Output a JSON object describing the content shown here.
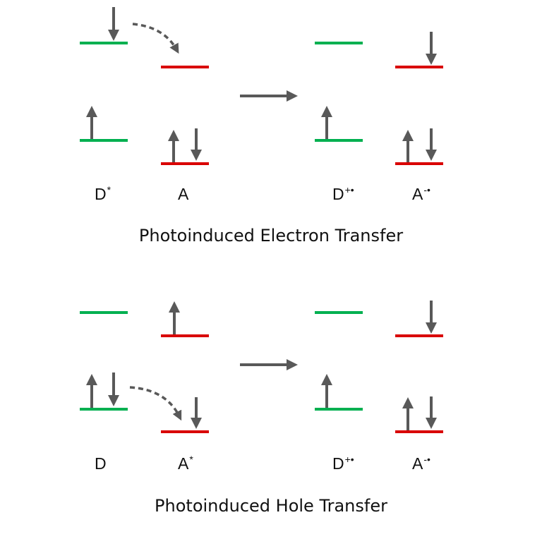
{
  "colors": {
    "donor_level": "#00b050",
    "acceptor_level": "#d90000",
    "arrow": "#595959",
    "text": "#111111",
    "background": "#ffffff"
  },
  "panels": [
    {
      "title": "Photoinduced Electron Transfer",
      "before": {
        "donor": {
          "label": "D",
          "superscript": "*",
          "upper_level_spins": [
            "down"
          ],
          "lower_level_spins": [
            "up"
          ]
        },
        "acceptor": {
          "label": "A",
          "superscript": "",
          "upper_level_spins": [],
          "lower_level_spins": [
            "up",
            "down"
          ]
        },
        "transfer": "donor-upper-to-acceptor-upper (dashed curved arrow)"
      },
      "after": {
        "donor": {
          "label": "D",
          "superscript": "+•",
          "upper_level_spins": [],
          "lower_level_spins": [
            "up"
          ]
        },
        "acceptor": {
          "label": "A",
          "superscript": "-•",
          "upper_level_spins": [
            "down"
          ],
          "lower_level_spins": [
            "up",
            "down"
          ]
        }
      },
      "process_arrow": "right-arrow-icon"
    },
    {
      "title": "Photoinduced Hole Transfer",
      "before": {
        "donor": {
          "label": "D",
          "superscript": "",
          "upper_level_spins": [],
          "lower_level_spins": [
            "up",
            "down"
          ]
        },
        "acceptor": {
          "label": "A",
          "superscript": "*",
          "upper_level_spins": [
            "up"
          ],
          "lower_level_spins": [
            "down"
          ]
        },
        "transfer": "donor-lower-to-acceptor-lower (dashed curved arrow)"
      },
      "after": {
        "donor": {
          "label": "D",
          "superscript": "+•",
          "upper_level_spins": [],
          "lower_level_spins": [
            "up"
          ]
        },
        "acceptor": {
          "label": "A",
          "superscript": "-•",
          "upper_level_spins": [
            "down"
          ],
          "lower_level_spins": [
            "up",
            "down"
          ]
        }
      },
      "process_arrow": "right-arrow-icon"
    }
  ]
}
